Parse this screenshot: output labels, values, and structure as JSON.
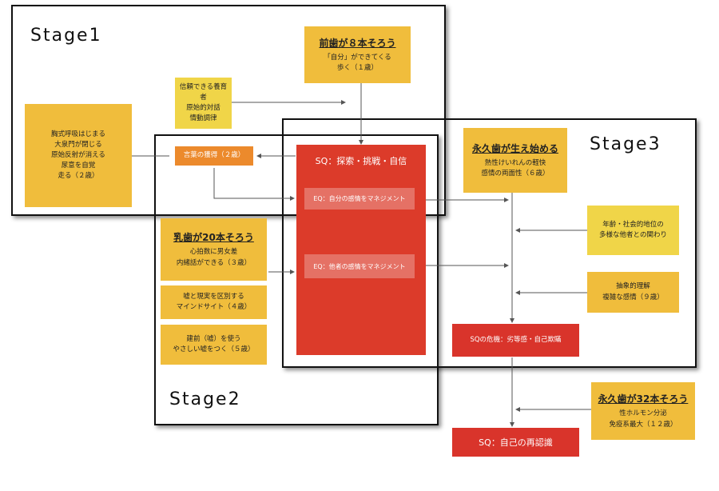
{
  "stages": {
    "s1": "Stage1",
    "s2": "Stage2",
    "s3": "Stage3"
  },
  "boxes": {
    "front_teeth": {
      "title": "前歯が８本そろう",
      "lines": [
        "「自分」ができてくる",
        "歩く（１歳）"
      ]
    },
    "caregiver": {
      "lines": [
        "信頼できる養育者",
        "原始的対話",
        "情動調律"
      ]
    },
    "breathing": {
      "lines": [
        "胸式呼吸はじまる",
        "大泉門が閉じる",
        "原始反射が消える",
        "尿意を自覚",
        "走る（２歳）"
      ]
    },
    "language": {
      "text": "言葉の獲得（２歳）"
    },
    "sq_explore": {
      "text": "SQ：探索・挑戦・自信"
    },
    "eq_self": {
      "text": "EQ：自分の感情をマネジメント"
    },
    "eq_others": {
      "text": "EQ：他者の感情をマネジメント"
    },
    "milk_teeth": {
      "title": "乳歯が20本そろう",
      "lines": [
        "心拍数に男女差",
        "内緒話ができる（３歳）"
      ]
    },
    "mindsight": {
      "lines": [
        "嘘と現実を区別する",
        "マインドサイト（４歳）"
      ]
    },
    "white_lie": {
      "lines": [
        "建前（嘘）を使う",
        "やさしい嘘をつく（５歳）"
      ]
    },
    "permanent_start": {
      "title": "永久歯が生え始める",
      "lines": [
        "熱性けいれんの軽快",
        "感情の両面性（６歳）"
      ]
    },
    "social": {
      "lines": [
        "年齢・社会的地位の",
        "多様な他者との関わり"
      ]
    },
    "abstract": {
      "lines": [
        "抽象的理解",
        "複雑な感情（９歳）"
      ]
    },
    "sq_crisis": {
      "text": "SQの危機：劣等感・自己欺瞞"
    },
    "permanent_32": {
      "title": "永久歯が32本そろう",
      "lines": [
        "性ホルモン分泌",
        "免疫系最大（１２歳）"
      ]
    },
    "sq_recognition": {
      "text": "SQ：自己の再認識"
    }
  }
}
